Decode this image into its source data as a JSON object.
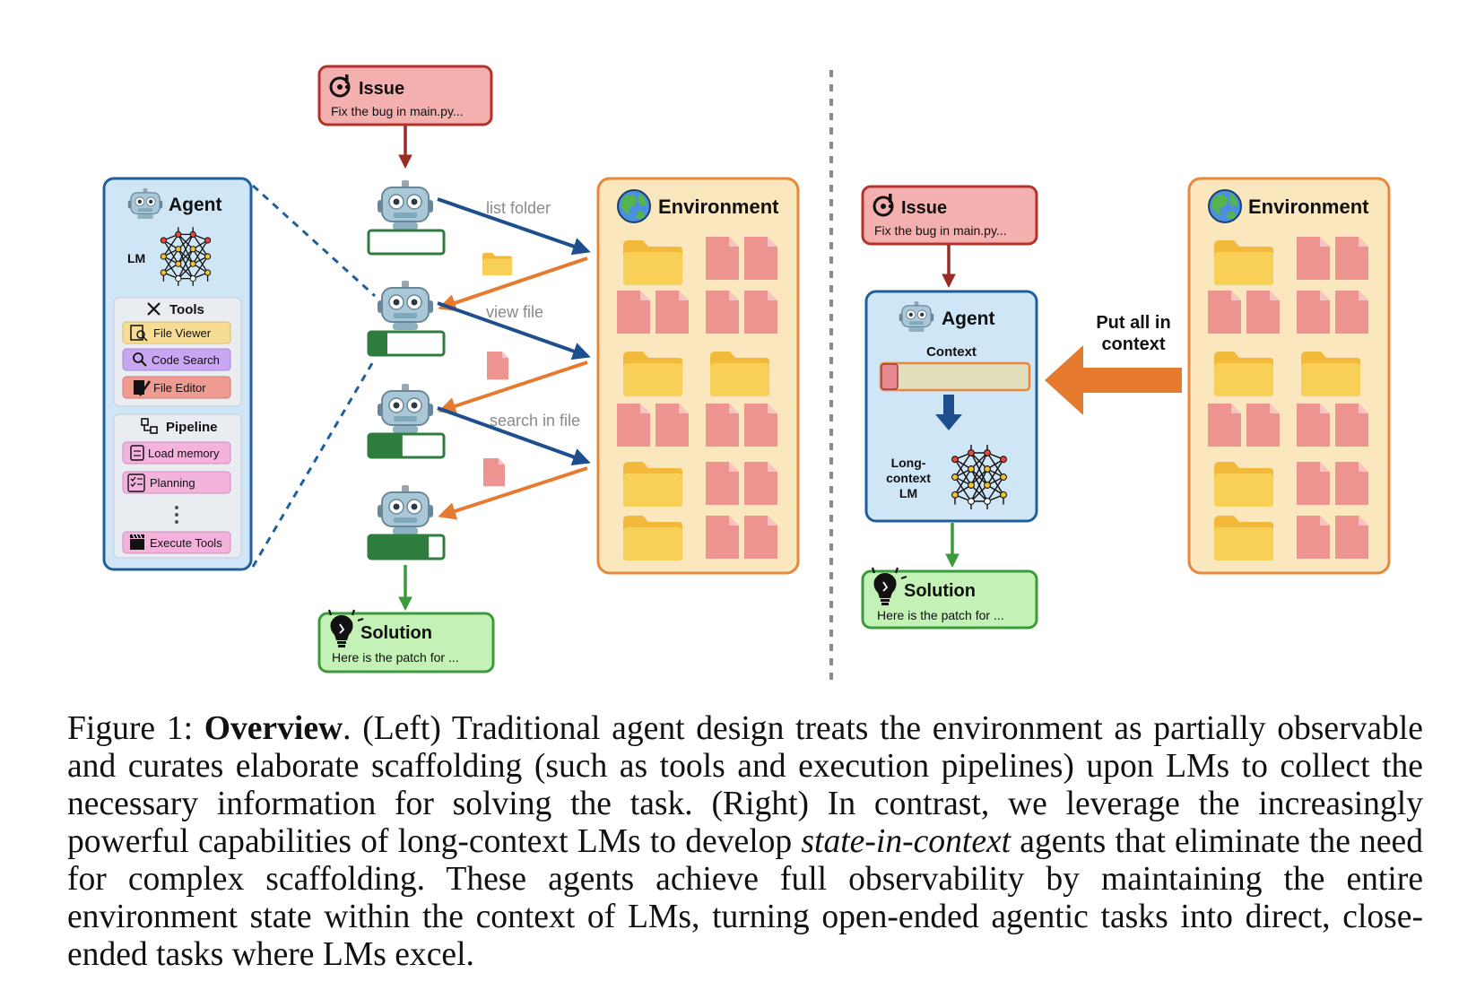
{
  "left": {
    "issue": {
      "title": "Issue",
      "text": "Fix the bug in main.py..."
    },
    "agent": {
      "title": "Agent",
      "lm_label": "LM",
      "tools": {
        "heading": "Tools",
        "items": [
          {
            "label": "File Viewer",
            "icon": "file-viewer-icon",
            "color": "#f6dc94"
          },
          {
            "label": "Code Search",
            "icon": "magnifier-icon",
            "color": "#c9a6f2"
          },
          {
            "label": "File Editor",
            "icon": "pencil-doc-icon",
            "color": "#f09b92"
          }
        ]
      },
      "pipeline": {
        "heading": "Pipeline",
        "items": [
          {
            "label": "Load memory",
            "icon": "memory-icon",
            "color": "#f3b3dd"
          },
          {
            "label": "Planning",
            "icon": "checklist-icon",
            "color": "#f3b3dd"
          },
          {
            "label": "Execute Tools",
            "icon": "clapper-icon",
            "color": "#f3b3dd"
          }
        ]
      }
    },
    "actions": [
      "list folder",
      "view file",
      "search in file"
    ],
    "progress": [
      0.0,
      0.25,
      0.45,
      0.8
    ],
    "environment": {
      "title": "Environment"
    },
    "solution": {
      "title": "Solution",
      "text": "Here is the patch for ..."
    }
  },
  "right": {
    "issue": {
      "title": "Issue",
      "text": "Fix the bug in main.py..."
    },
    "agent": {
      "title": "Agent",
      "context_label": "Context",
      "lm_label_lines": [
        "Long-",
        "context",
        "LM"
      ]
    },
    "arrow_label_lines": [
      "Put all in",
      "context"
    ],
    "environment": {
      "title": "Environment"
    },
    "solution": {
      "title": "Solution",
      "text": "Here is the patch for ..."
    }
  },
  "colors": {
    "issue_fill": "#f4b0ae",
    "issue_border": "#b7312b",
    "agent_fill": "#cfe6f7",
    "agent_border": "#1f5f9e",
    "env_fill": "#fae7bd",
    "env_border": "#e8883a",
    "solution_fill": "#c4f2b6",
    "solution_border": "#3c9a3c",
    "progress_green": "#2f7d3e",
    "blue_arrow": "#1d4f8f",
    "orange_arrow": "#e67a2e",
    "folder": "#f8cf57",
    "file": "#ee9490"
  },
  "caption": {
    "prefix": "Figure 1: ",
    "bold": "Overview",
    "part1": ". (Left) Traditional agent design treats the environment as partially observable and curates elaborate scaffolding (such as tools and execution pipelines) upon LMs to collect the necessary information for solving the task. (Right) In contrast, we leverage the increasingly powerful capabilities of long-context LMs to develop ",
    "italic": "state-in-context",
    "part2": " agents that eliminate the need for complex scaffolding. These agents achieve full observability by maintaining the entire environment state within the context of LMs, turning open-ended agentic tasks into direct, close-ended tasks where LMs excel."
  }
}
